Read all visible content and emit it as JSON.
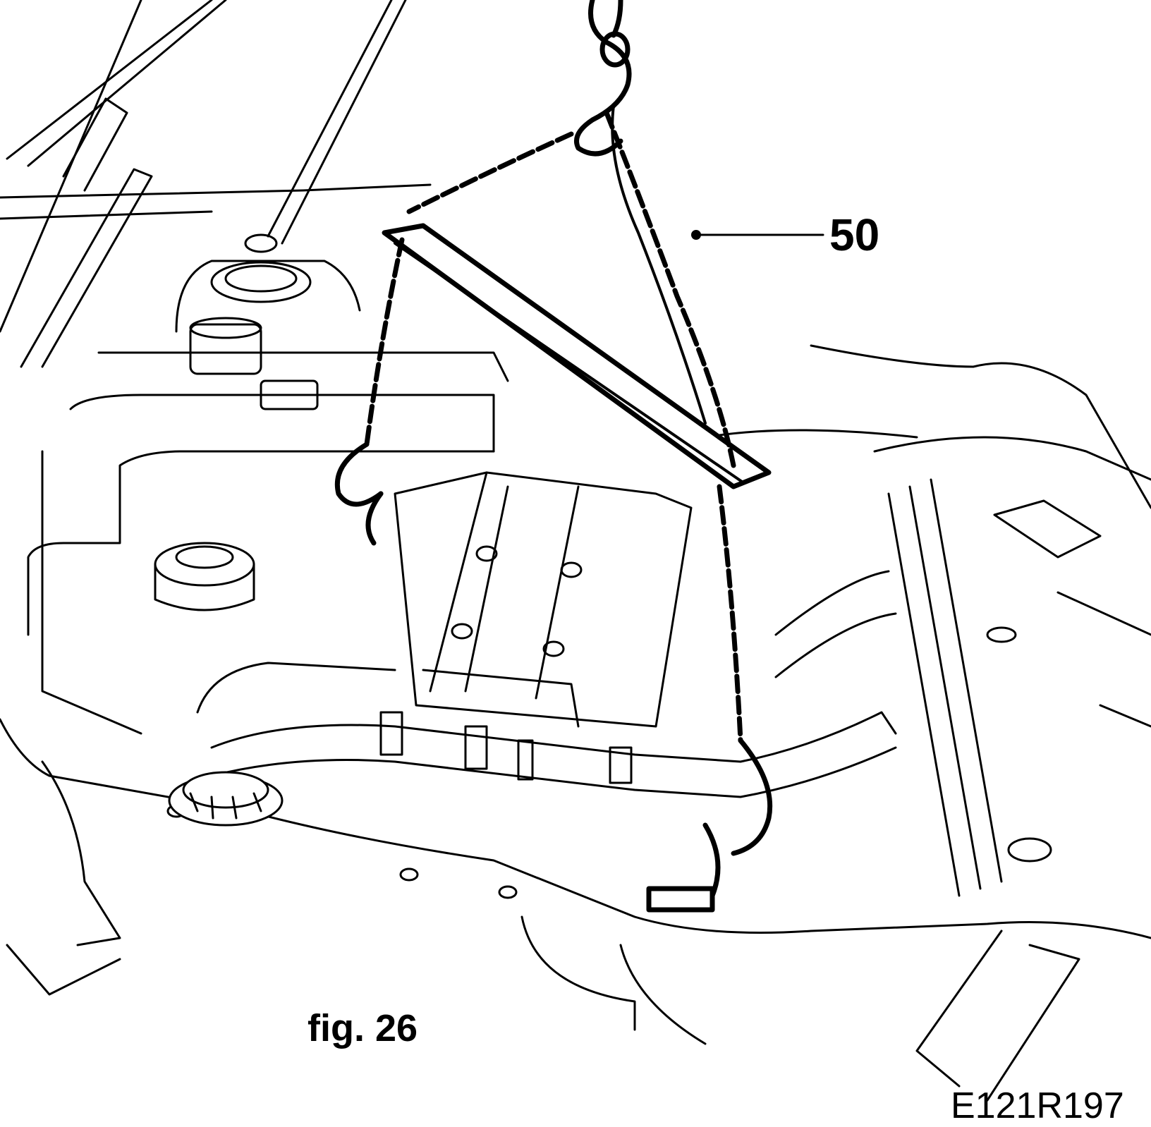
{
  "callout": {
    "number": "50"
  },
  "caption": {
    "figure_label": "fig. 26"
  },
  "reference": {
    "code": "E121R197"
  }
}
